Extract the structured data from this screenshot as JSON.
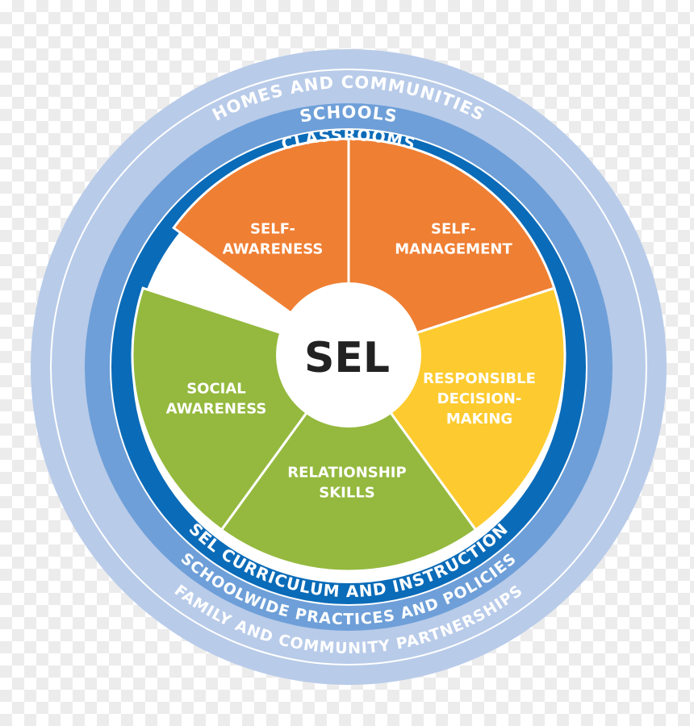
{
  "rings": {
    "homes": {
      "label": "HOMES AND COMMUNITIES",
      "color": "#b8cbe9"
    },
    "schools": {
      "label": "SCHOOLS",
      "color": "#6e9fd8"
    },
    "classrooms": {
      "label": "CLASSROOMS",
      "color": "#0a6bb8"
    },
    "curriculum": {
      "label": "SEL CURRICULUM AND INSTRUCTION"
    },
    "practices": {
      "label": "SCHOOLWIDE PRACTICES AND POLICIES"
    },
    "partnerships": {
      "label": "FAMILY AND COMMUNITY PARTNERSHIPS"
    }
  },
  "center": {
    "label": "SEL"
  },
  "competencies": [
    {
      "lines": [
        "SELF-",
        "AWARENESS"
      ],
      "color": "#ef7f33"
    },
    {
      "lines": [
        "SELF-",
        "MANAGEMENT"
      ],
      "color": "#ef7f33"
    },
    {
      "lines": [
        "RESPONSIBLE",
        "DECISION-",
        "MAKING"
      ],
      "color": "#fdcb2f"
    },
    {
      "lines": [
        "RELATIONSHIP",
        "SKILLS"
      ],
      "color": "#94b93e"
    },
    {
      "lines": [
        "SOCIAL",
        "AWARENESS"
      ],
      "color": "#94b93e"
    }
  ]
}
